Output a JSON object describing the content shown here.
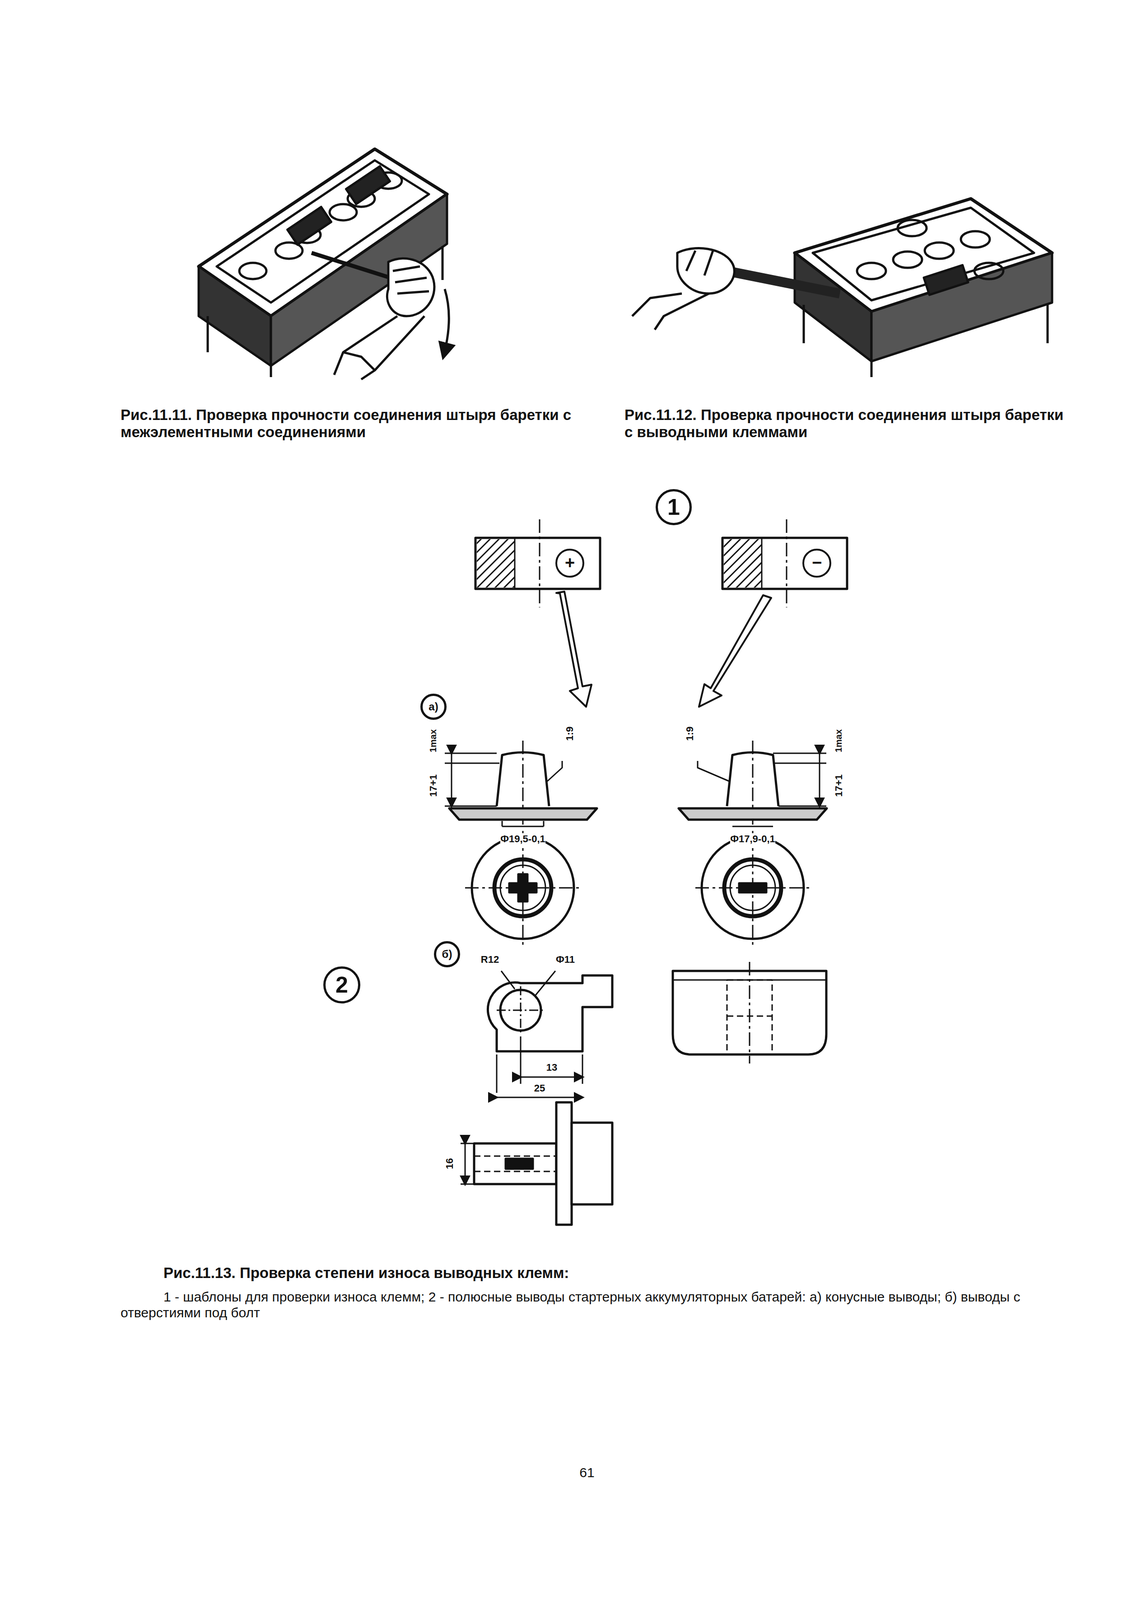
{
  "diagram": {
    "caption": "Рис.11.13. Проверка степени износа выводных клемм:",
    "nodes": [
      {
        "text": [
          "1"
        ]
      },
      {
        "text": [
          "а)"
        ]
      },
      {
        "text": [
          "б)"
        ]
      },
      {
        "text": [
          "2"
        ]
      }
    ],
    "labels": [
      "Рис.11.11. Проверка прочности соединения штыря баретки с межэлементными соединениями",
      "Рис.11.12. Проверка прочности соединения штыря баретки с выводными клеммами",
      "+",
      "−",
      "1max",
      "17+1",
      "1:9",
      "Ф19,5-0,1",
      "1max",
      "17+1",
      "1:9",
      "Ф17,9-0,1",
      "R12",
      "Ф11",
      "13",
      "25",
      "16",
      "1 - шаблоны для проверки износа клемм; 2 - полюсные выводы стартерных аккумуляторных батарей: а) конусные выводы; б) выводы с отверстиями под болт",
      "61"
    ]
  }
}
